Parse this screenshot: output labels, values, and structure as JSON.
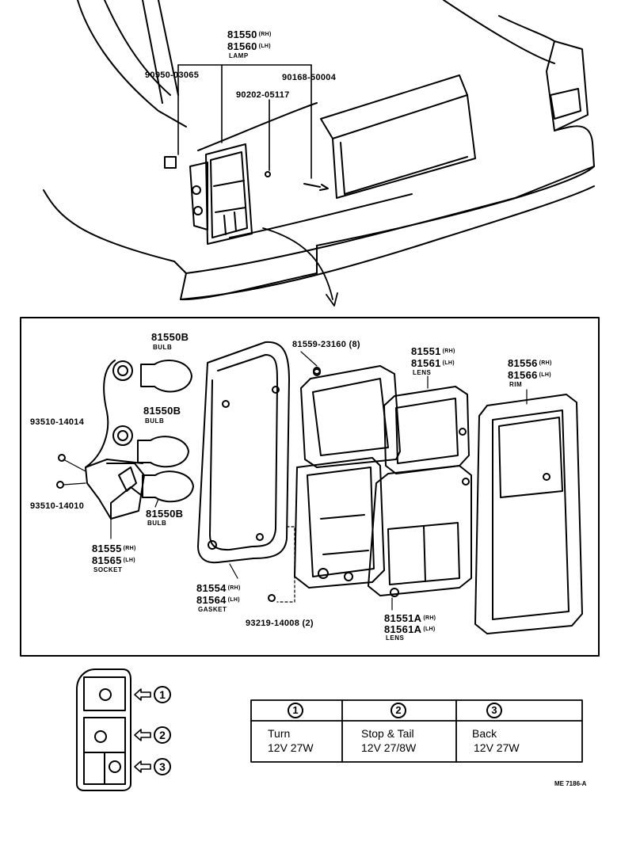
{
  "top_labels": {
    "lamp_rh": "81550",
    "lamp_rh_sfx": "(RH)",
    "lamp_lh": "81560",
    "lamp_lh_sfx": "(LH)",
    "lamp_caption": "LAMP",
    "screw1": "90950-03065",
    "screw2": "90168-50004",
    "nut": "90202-05117"
  },
  "exploded_labels": {
    "bulb1": "81550B",
    "bulb1_cap": "BULB",
    "bulb2": "81550B",
    "bulb2_cap": "BULB",
    "bulb3": "81550B",
    "bulb3_cap": "BULB",
    "screw_a": "93510-14014",
    "screw_b": "93510-14010",
    "socket_rh": "81555",
    "socket_rh_sfx": "(RH)",
    "socket_lh": "81565",
    "socket_lh_sfx": "(LH)",
    "socket_cap": "SOCKET",
    "gasket_rh": "81554",
    "gasket_rh_sfx": "(RH)",
    "gasket_lh": "81564",
    "gasket_lh_sfx": "(LH)",
    "gasket_cap": "GASKET",
    "screw_c": "81559-23160 (8)",
    "screw_d": "93219-14008 (2)",
    "lens_rh": "81551",
    "lens_rh_sfx": "(RH)",
    "lens_lh": "81561",
    "lens_lh_sfx": "(LH)",
    "lens_cap": "LENS",
    "lens2_rh": "81551A",
    "lens2_rh_sfx": "(RH)",
    "lens2_lh": "81561A",
    "lens2_lh_sfx": "(LH)",
    "lens2_cap": "LENS",
    "rim_rh": "81556",
    "rim_rh_sfx": "(RH)",
    "rim_lh": "81566",
    "rim_lh_sfx": "(LH)",
    "rim_cap": "RIM"
  },
  "legend": {
    "markers": [
      "1",
      "2",
      "3"
    ]
  },
  "table": {
    "headers": [
      "1",
      "2",
      "3"
    ],
    "functions": [
      "Turn",
      "Stop & Tail",
      "Back"
    ],
    "ratings": [
      "12V 27W",
      "12V 27/8W",
      "12V 27W"
    ]
  },
  "footer_code": "ME 7186-A"
}
